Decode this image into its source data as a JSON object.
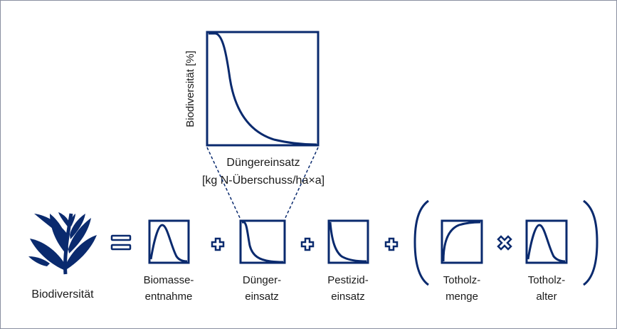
{
  "colors": {
    "primary": "#0a2a6e",
    "text": "#1a1a1a",
    "border": "#8a8fa0"
  },
  "zoom": {
    "y_axis_label": "Biodiversität [%]",
    "x_label_line1": "Düngereinsatz",
    "x_label_line2": "[kg N-Überschuss/ha×a]"
  },
  "lhs": {
    "icon": "leaf-plant-icon",
    "label": "Biodiversität"
  },
  "operators": {
    "equals": "equals-icon",
    "plus": "plus-icon",
    "times": "times-icon"
  },
  "factors": [
    {
      "line1": "Biomasse-",
      "line2": "entnahme",
      "curve": "hump"
    },
    {
      "line1": "Dünger-",
      "line2": "einsatz",
      "curve": "decay"
    },
    {
      "line1": "Pestizid-",
      "line2": "einsatz",
      "curve": "steep-decay"
    },
    {
      "line1": "Totholz-",
      "line2": "menge",
      "curve": "saturation"
    },
    {
      "line1": "Totholz-",
      "line2": "alter",
      "curve": "hump"
    }
  ]
}
